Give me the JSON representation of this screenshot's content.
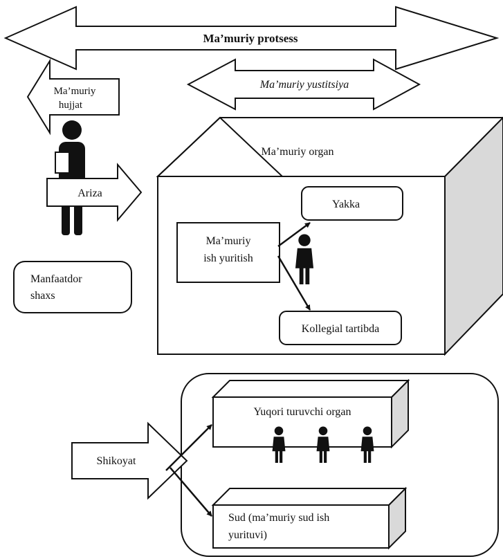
{
  "process_arrow": {
    "label": "Ma’muriy protsess"
  },
  "justice_arrow": {
    "label": "Ma’muriy yustitsiya"
  },
  "document_arrow": {
    "line1": "Ma’muriy",
    "line2": "hujjat"
  },
  "application_arrow": {
    "label": "Ariza"
  },
  "interested_party": {
    "line1": "Manfaatdor",
    "line2": "shaxs"
  },
  "organ": {
    "title": "Ma’muriy organ",
    "proceeding": {
      "line1": "Ma’muriy",
      "line2": "ish yuritish"
    },
    "single": "Yakka",
    "collegial": "Kollegial tartibda"
  },
  "complaint_arrow": {
    "label": "Shikoyat"
  },
  "higher_organ": {
    "label": "Yuqori turuvchi organ"
  },
  "court": {
    "line1": "Sud (ma’muriy sud ish",
    "line2": "yurituvi)"
  },
  "colors": {
    "line": "#111111",
    "side_face": "#d9d9d9",
    "background": "#ffffff"
  },
  "icons": [
    "person-icon",
    "person-holding-document-icon"
  ]
}
